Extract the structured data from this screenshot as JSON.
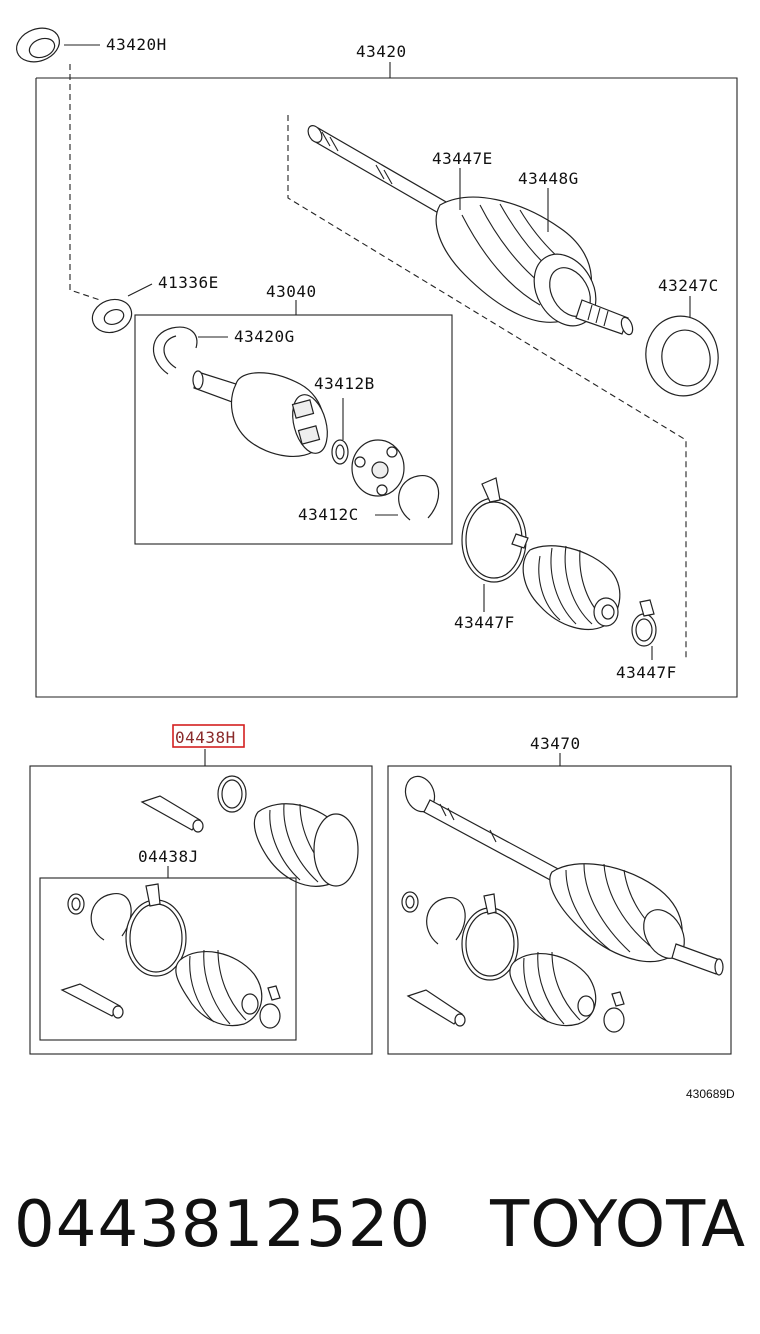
{
  "diagram": {
    "labels": {
      "seal_43420H": "43420H",
      "shaft_43420": "43420",
      "boot_43447E": "43447E",
      "boot_43448G": "43448G",
      "seal_41336E": "41336E",
      "joint_43040": "43040",
      "ring_43420G": "43420G",
      "clip_43412B": "43412B",
      "ring_43247C": "43247C",
      "ring_43412C": "43412C",
      "band_43447F_a": "43447F",
      "band_43447F_b": "43447F",
      "kit_04438": "04438H",
      "shaft_43470": "43470",
      "kit_04438J": "04438J"
    },
    "figure_code": "430689D"
  },
  "caption": {
    "part_number": "0443812520",
    "brand": "TOYOTA"
  },
  "colors": {
    "highlight_box": "#d42020",
    "line": "#222222"
  }
}
